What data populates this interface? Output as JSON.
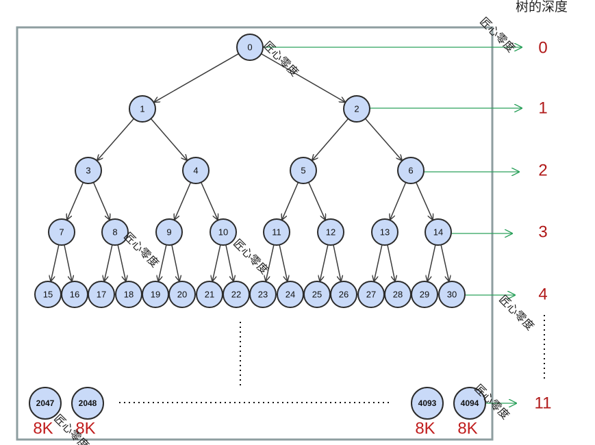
{
  "header": {
    "depth_title": "树的深度"
  },
  "tree": {
    "levels": [
      [
        "0"
      ],
      [
        "1",
        "2"
      ],
      [
        "3",
        "4",
        "5",
        "6"
      ],
      [
        "7",
        "8",
        "9",
        "10",
        "11",
        "12",
        "13",
        "14"
      ],
      [
        "15",
        "16",
        "17",
        "18",
        "19",
        "20",
        "21",
        "22",
        "23",
        "24",
        "25",
        "26",
        "27",
        "28",
        "29",
        "30"
      ]
    ],
    "bottom_nodes": [
      "2047",
      "2048",
      "4093",
      "4094"
    ]
  },
  "depths": [
    "0",
    "1",
    "2",
    "3",
    "4",
    "11"
  ],
  "memory_labels": [
    "8K",
    "8K",
    "8K",
    "8K"
  ],
  "watermark_text": "匠心零度",
  "colors": {
    "node_fill": "#c9daf8",
    "arrow": "#2aa05a",
    "depth_text": "#b01818"
  }
}
